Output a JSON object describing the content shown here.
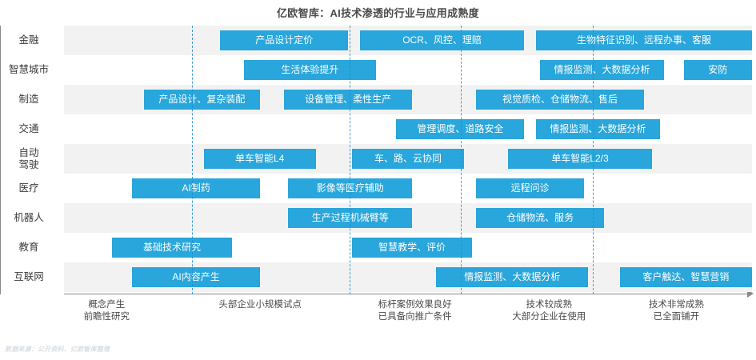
{
  "chart_data": {
    "type": "bar",
    "title": "亿欧智库：AI技术渗透的行业与应用成熟度",
    "xlabel": "",
    "ylabel": "",
    "grid": true,
    "legend": "none",
    "xlim": [
      0,
      100
    ],
    "x_stage_labels": [
      {
        "line1": "概念产生",
        "line2": "前瞻性研究",
        "center_pct": 6.2
      },
      {
        "line1": "头部企业小规模试点",
        "line2": "",
        "center_pct": 28.5
      },
      {
        "line1": "标杆案例效果良好",
        "line2": "已具备向推广条件",
        "center_pct": 51.0
      },
      {
        "line1": "技术较成熟",
        "line2": "大部分企业在使用",
        "center_pct": 70.5
      },
      {
        "line1": "技术非常成熟",
        "line2": "已全面铺开",
        "center_pct": 89.0
      }
    ],
    "gridlines_pct": [
      18.6,
      41.5,
      57.7,
      76.9
    ],
    "categories": [
      "金融",
      "智慧城市",
      "制造",
      "交通",
      "自动\n驾驶",
      "医疗",
      "机器人",
      "教育",
      "互联网"
    ],
    "rows": [
      {
        "label": "金融",
        "label_lines": [
          "金融"
        ],
        "bars": [
          {
            "text": "产品设计定价",
            "start_pct": 22.7,
            "end_pct": 41.3
          },
          {
            "text": "OCR、风控、理赔",
            "start_pct": 43.0,
            "end_pct": 66.9
          },
          {
            "text": "生物特征识别、远程办事、客服",
            "start_pct": 68.6,
            "end_pct": 100.0
          }
        ]
      },
      {
        "label": "智慧城市",
        "label_lines": [
          "智慧城市"
        ],
        "bars": [
          {
            "text": "生活体验提升",
            "start_pct": 26.2,
            "end_pct": 45.3
          },
          {
            "text": "情报监测、大数据分析",
            "start_pct": 69.2,
            "end_pct": 87.2
          },
          {
            "text": "安防",
            "start_pct": 90.1,
            "end_pct": 100.0
          }
        ]
      },
      {
        "label": "制造",
        "label_lines": [
          "制造"
        ],
        "bars": [
          {
            "text": "产品设计、复杂装配",
            "start_pct": 11.6,
            "end_pct": 28.5
          },
          {
            "text": "设备管理、柔性生产",
            "start_pct": 32.0,
            "end_pct": 50.6
          },
          {
            "text": "视觉质检、仓储物流、售后",
            "start_pct": 59.9,
            "end_pct": 84.3
          }
        ]
      },
      {
        "label": "交通",
        "label_lines": [
          "交通"
        ],
        "bars": [
          {
            "text": "管理调度、道路安全",
            "start_pct": 48.3,
            "end_pct": 66.9
          },
          {
            "text": "情报监测、大数据分析",
            "start_pct": 68.6,
            "end_pct": 86.6
          }
        ]
      },
      {
        "label": "自动驾驶",
        "label_lines": [
          "自动",
          "驾驶"
        ],
        "bars": [
          {
            "text": "单车智能L4",
            "start_pct": 20.3,
            "end_pct": 36.6
          },
          {
            "text": "车、路、云协同",
            "start_pct": 41.9,
            "end_pct": 58.1
          },
          {
            "text": "单车智能L2/3",
            "start_pct": 64.5,
            "end_pct": 85.5
          }
        ]
      },
      {
        "label": "医疗",
        "label_lines": [
          "医疗"
        ],
        "bars": [
          {
            "text": "AI制药",
            "start_pct": 9.9,
            "end_pct": 28.5
          },
          {
            "text": "影像等医疗辅助",
            "start_pct": 32.6,
            "end_pct": 50.6
          },
          {
            "text": "远程问诊",
            "start_pct": 59.9,
            "end_pct": 75.6
          }
        ]
      },
      {
        "label": "机器人",
        "label_lines": [
          "机器人"
        ],
        "bars": [
          {
            "text": "生产过程机械臂等",
            "start_pct": 32.6,
            "end_pct": 50.6
          },
          {
            "text": "仓储物流、服务",
            "start_pct": 59.9,
            "end_pct": 78.5
          }
        ]
      },
      {
        "label": "教育",
        "label_lines": [
          "教育"
        ],
        "bars": [
          {
            "text": "基础技术研究",
            "start_pct": 7.0,
            "end_pct": 24.4
          },
          {
            "text": "智慧教学、评价",
            "start_pct": 41.9,
            "end_pct": 59.3
          }
        ]
      },
      {
        "label": "互联网",
        "label_lines": [
          "互联网"
        ],
        "bars": [
          {
            "text": "AI内容产生",
            "start_pct": 9.9,
            "end_pct": 28.5
          },
          {
            "text": "情报监测、大数据分析",
            "start_pct": 54.1,
            "end_pct": 76.2
          },
          {
            "text": "客户触达、智慧营销",
            "start_pct": 80.8,
            "end_pct": 100.0
          }
        ]
      }
    ],
    "colors": {
      "bar": "#29a6db",
      "band": "#f2f2f2",
      "band_alt": "#ffffff",
      "gridline": "#1f8fcc",
      "axis": "#8a8a8a",
      "title_text": "#4a4a4a",
      "bar_text": "#ffffff"
    }
  },
  "footer": {
    "source_note": "数据来源：公开资料、亿欧智库整理"
  }
}
